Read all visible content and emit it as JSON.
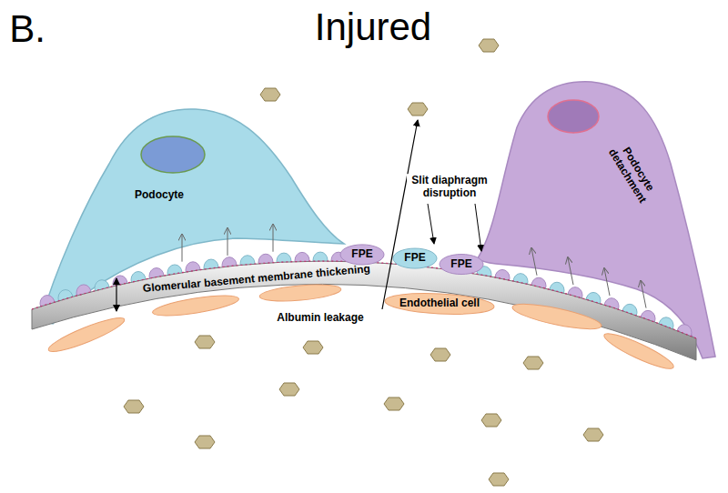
{
  "diagram": {
    "title": "Injured",
    "labels": [
      "B.",
      "Podocyte",
      "Slit diaphragm disruption",
      "FPE",
      "FPE",
      "FPE",
      "Podocyte detachment",
      "Glomerular basement membrane thickening",
      "Endothelial cell",
      "Albumin leakage"
    ]
  }
}
